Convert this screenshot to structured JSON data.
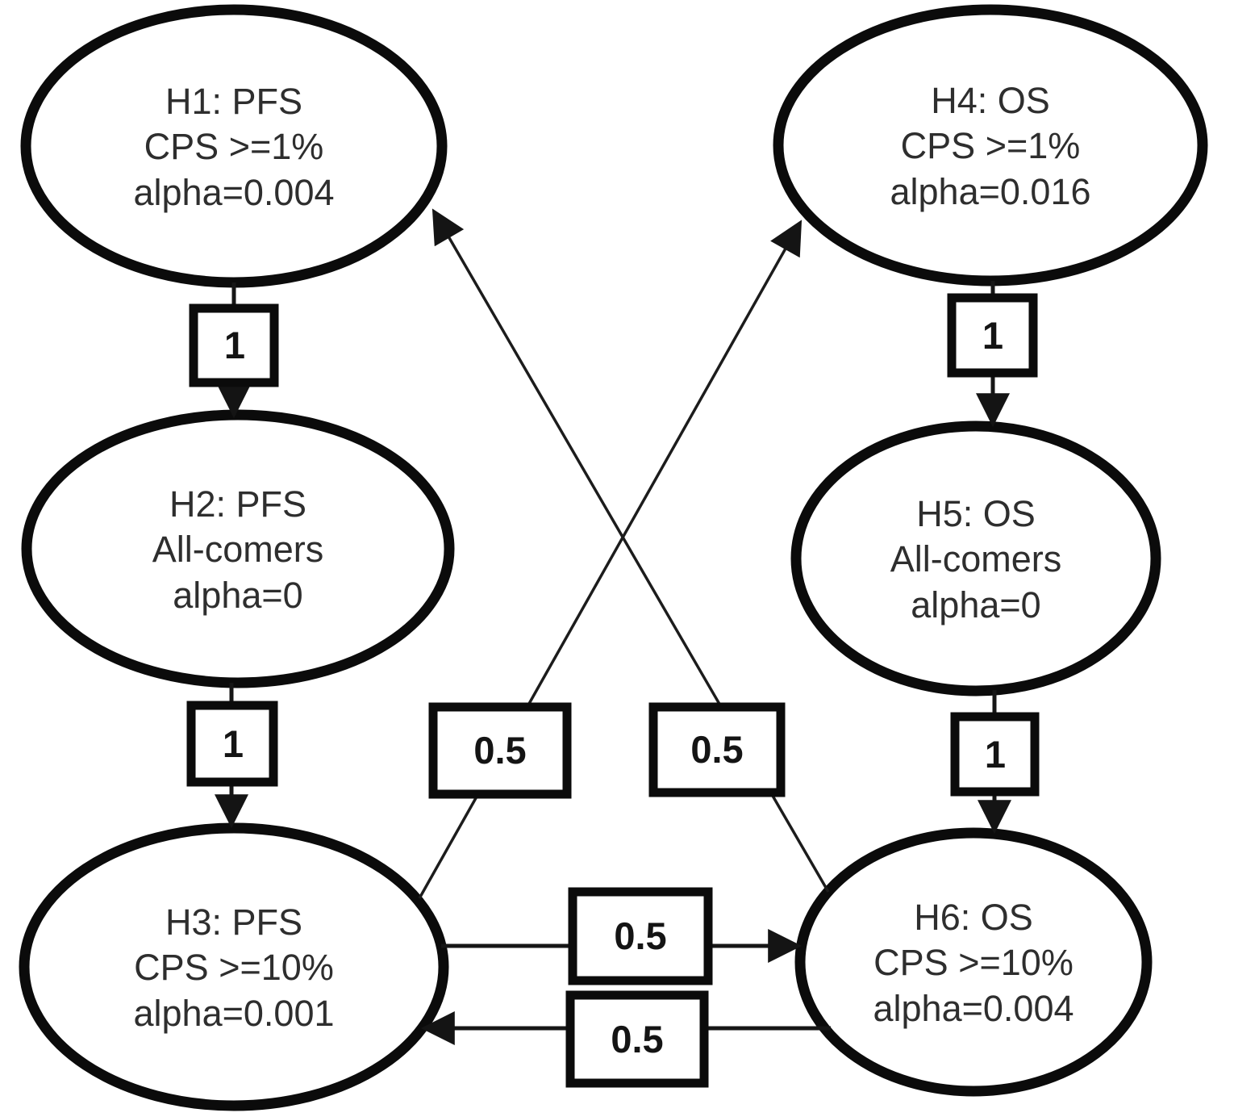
{
  "diagram": {
    "description": "Multiplicity graph of hypotheses with alpha allocation and transfer weights",
    "colors": {
      "background": "#ffffff",
      "shape_stroke": "#0b0b0b",
      "node_text": "#2e2e2e",
      "weight_text": "#141414"
    },
    "nodes": [
      {
        "id": "H1",
        "lines": [
          "H1: PFS",
          "CPS >=1%",
          "alpha=0.004"
        ]
      },
      {
        "id": "H2",
        "lines": [
          "H2: PFS",
          "All-comers",
          "alpha=0"
        ]
      },
      {
        "id": "H3",
        "lines": [
          "H3: PFS",
          "CPS >=10%",
          "alpha=0.001"
        ]
      },
      {
        "id": "H4",
        "lines": [
          "H4: OS",
          "CPS >=1%",
          "alpha=0.016"
        ]
      },
      {
        "id": "H5",
        "lines": [
          "H5: OS",
          "All-comers",
          "alpha=0"
        ]
      },
      {
        "id": "H6",
        "lines": [
          "H6: OS",
          "CPS >=10%",
          "alpha=0.004"
        ]
      }
    ],
    "edges": [
      {
        "from": "H1",
        "to": "H2",
        "weight": "1"
      },
      {
        "from": "H2",
        "to": "H3",
        "weight": "1"
      },
      {
        "from": "H4",
        "to": "H5",
        "weight": "1"
      },
      {
        "from": "H5",
        "to": "H6",
        "weight": "1"
      },
      {
        "from": "H3",
        "to": "H4",
        "weight": "0.5"
      },
      {
        "from": "H6",
        "to": "H1",
        "weight": "0.5"
      },
      {
        "from": "H3",
        "to": "H6",
        "weight": "0.5"
      },
      {
        "from": "H6",
        "to": "H3",
        "weight": "0.5"
      }
    ]
  }
}
